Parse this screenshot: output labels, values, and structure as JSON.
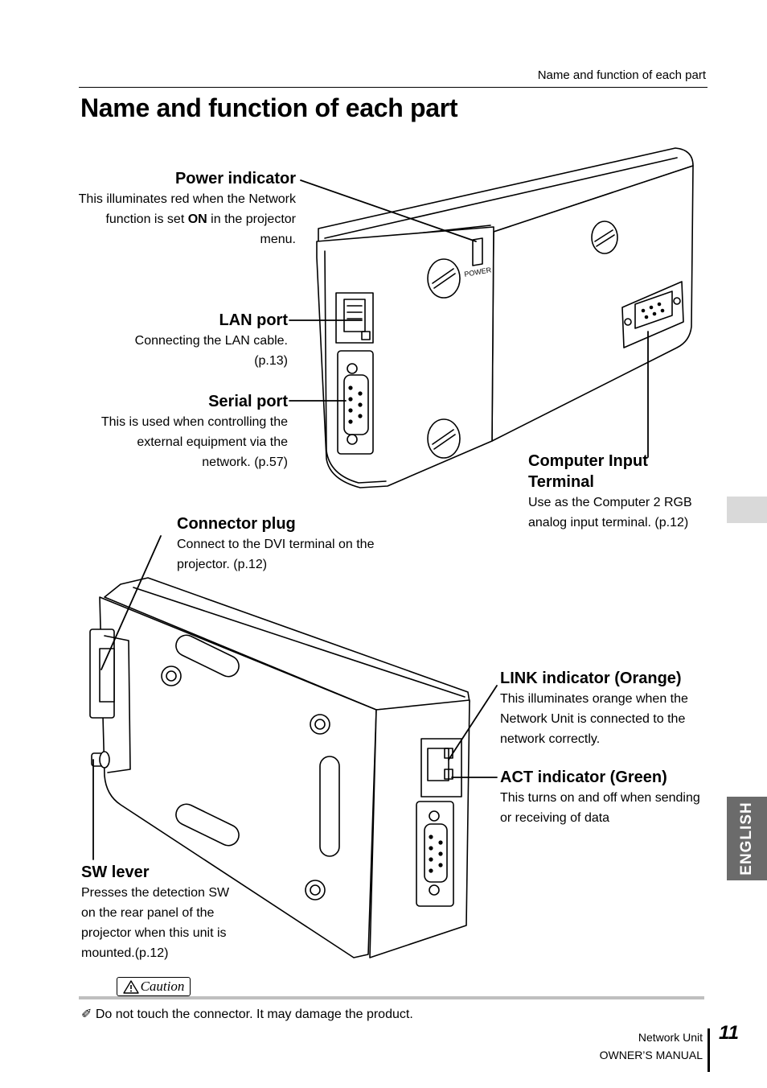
{
  "header": {
    "running_head": "Name and function of each part"
  },
  "page_title": "Name and function of each part",
  "callouts": {
    "power": {
      "heading": "Power indicator",
      "desc_before": "This illuminates red when the Network function is set ",
      "desc_bold": "ON",
      "desc_after": " in the projector menu."
    },
    "lan": {
      "heading": "LAN port",
      "desc": "Connecting the LAN cable. (p.13)"
    },
    "serial": {
      "heading": "Serial port",
      "desc": "This is used when controlling the external equipment via the network. (p.57)"
    },
    "computer": {
      "heading": "Computer Input Terminal",
      "desc": "Use as the Computer 2 RGB analog input terminal. (p.12)"
    },
    "connector": {
      "heading": "Connector plug",
      "desc": "Connect to the DVI terminal on the projector. (p.12)"
    },
    "link": {
      "heading": "LINK indicator (Orange)",
      "desc": "This illuminates orange when the Network Unit is connected to the network correctly."
    },
    "act": {
      "heading": "ACT indicator (Green)",
      "desc": "This turns on and off when sending or receiving of data"
    },
    "sw": {
      "heading": "SW lever",
      "desc": "Presses the detection SW on the rear panel of the projector when this unit is mounted.(p.12)"
    }
  },
  "device_label": "POWER",
  "side_tab": {
    "language": "ENGLISH"
  },
  "caution": {
    "badge": "Caution",
    "text": "Do not touch the connector. It may damage the product."
  },
  "footer": {
    "line1": "Network Unit",
    "line2": "OWNER’S MANUAL",
    "page_number": "11"
  }
}
